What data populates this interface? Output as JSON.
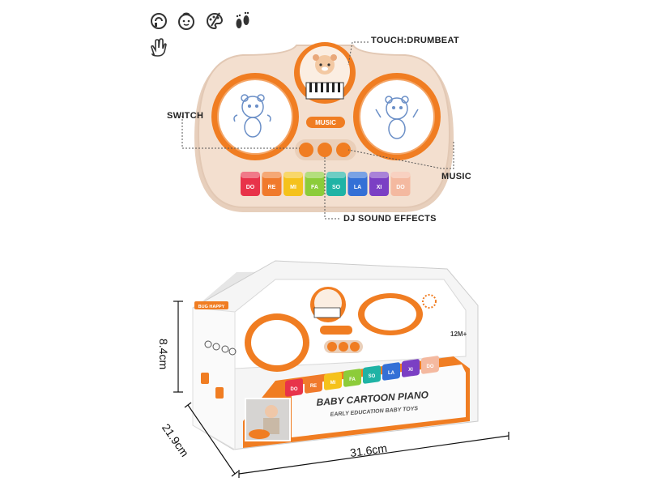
{
  "feature_icons": [
    "sound-icon",
    "baby-face-icon",
    "paint-palette-icon",
    "baby-feet-icon",
    "hand-clap-icon"
  ],
  "callouts": {
    "touch": "TOUCH:DRUMBEAT",
    "switch": "SWITCH",
    "music": "MUSIC",
    "dj": "DJ SOUND EFFECTS"
  },
  "toy": {
    "music_button": "MUSIC",
    "keys": [
      {
        "label": "DO",
        "color": "#e8334a"
      },
      {
        "label": "RE",
        "color": "#f07a2c"
      },
      {
        "label": "MI",
        "color": "#f5c21b"
      },
      {
        "label": "FA",
        "color": "#8ccc3a"
      },
      {
        "label": "SO",
        "color": "#1fb3a5"
      },
      {
        "label": "LA",
        "color": "#3470d6"
      },
      {
        "label": "XI",
        "color": "#7b3fc4"
      },
      {
        "label": "DO",
        "color": "#f4b9a0"
      }
    ],
    "colors": {
      "shell": "#f1dccb",
      "orange": "#f07d22",
      "drum": "#ffffff"
    }
  },
  "box": {
    "brand_tag": "BUG HAPPY",
    "title": "BABY CARTOON PIANO",
    "subtitle": "EARLY EDUCATION BABY TOYS",
    "age": "12M+"
  },
  "dimensions": {
    "height": "8.4cm",
    "depth": "21.9cm",
    "width": "31.6cm"
  }
}
